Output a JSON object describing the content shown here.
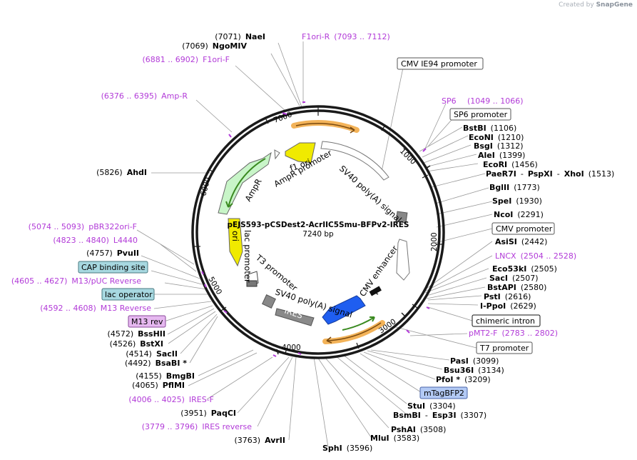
{
  "watermark": {
    "prefix": "Created by",
    "brand": "SnapGene"
  },
  "plasmid": {
    "name": "pEJS593-pCSDest2-AcrIIC5Smu-BFPv2-IRES",
    "length_label": "7240 bp"
  },
  "ticks": [
    "1000",
    "2000",
    "3000",
    "4000",
    "5000",
    "6000",
    "7000"
  ],
  "enzymes_right": [
    {
      "parts": [
        {
          "t": "BstBI",
          "k": "e"
        },
        {
          "t": "(1106)",
          "k": "p"
        }
      ]
    },
    {
      "parts": [
        {
          "t": "EcoNI",
          "k": "e"
        },
        {
          "t": "(1210)",
          "k": "p"
        }
      ]
    },
    {
      "parts": [
        {
          "t": "BsgI",
          "k": "e"
        },
        {
          "t": "(1312)",
          "k": "p"
        }
      ]
    },
    {
      "parts": [
        {
          "t": "AleI",
          "k": "e"
        },
        {
          "t": "(1399)",
          "k": "p"
        }
      ]
    },
    {
      "parts": [
        {
          "t": "EcoRI",
          "k": "e"
        },
        {
          "t": "(1456)",
          "k": "p"
        }
      ]
    },
    {
      "parts": [
        {
          "t": "PaeR7I",
          "k": "e"
        },
        {
          "t": "-",
          "k": "p"
        },
        {
          "t": "PspXI",
          "k": "e"
        },
        {
          "t": "-",
          "k": "p"
        },
        {
          "t": "XhoI",
          "k": "e"
        },
        {
          "t": "(1513)",
          "k": "p"
        }
      ]
    },
    {
      "parts": [
        {
          "t": "BglII",
          "k": "e"
        },
        {
          "t": "(1773)",
          "k": "p"
        }
      ]
    },
    {
      "parts": [
        {
          "t": "SpeI",
          "k": "e"
        },
        {
          "t": "(1930)",
          "k": "p"
        }
      ]
    },
    {
      "parts": [
        {
          "t": "NcoI",
          "k": "e"
        },
        {
          "t": "(2291)",
          "k": "p"
        }
      ]
    },
    {
      "parts": [
        {
          "t": "AsiSI",
          "k": "e"
        },
        {
          "t": "(2442)",
          "k": "p"
        }
      ]
    },
    {
      "parts": [
        {
          "t": "LNCX",
          "k": "m"
        },
        {
          "t": "(2504 .. 2528)",
          "k": "m"
        }
      ]
    },
    {
      "parts": [
        {
          "t": "Eco53kI",
          "k": "e"
        },
        {
          "t": "(2505)",
          "k": "p"
        }
      ]
    },
    {
      "parts": [
        {
          "t": "SacI",
          "k": "e"
        },
        {
          "t": "(2507)",
          "k": "p"
        }
      ]
    },
    {
      "parts": [
        {
          "t": "BstAPI",
          "k": "e"
        },
        {
          "t": "(2580)",
          "k": "p"
        }
      ]
    },
    {
      "parts": [
        {
          "t": "PstI",
          "k": "e"
        },
        {
          "t": "(2616)",
          "k": "p"
        }
      ]
    },
    {
      "parts": [
        {
          "t": "I-PpoI",
          "k": "e"
        },
        {
          "t": "(2629)",
          "k": "p"
        }
      ]
    },
    {
      "parts": [
        {
          "t": "pMT2-F",
          "k": "m"
        },
        {
          "t": "(2783 .. 2802)",
          "k": "m"
        }
      ]
    },
    {
      "parts": [
        {
          "t": "PasI",
          "k": "e"
        },
        {
          "t": "(3099)",
          "k": "p"
        }
      ]
    },
    {
      "parts": [
        {
          "t": "Bsu36I",
          "k": "e"
        },
        {
          "t": "(3134)",
          "k": "p"
        }
      ]
    },
    {
      "parts": [
        {
          "t": "PfoI *",
          "k": "e"
        },
        {
          "t": "(3209)",
          "k": "p"
        }
      ]
    },
    {
      "parts": [
        {
          "t": "StuI",
          "k": "e"
        },
        {
          "t": "(3304)",
          "k": "p"
        }
      ]
    },
    {
      "parts": [
        {
          "t": "BsmBI",
          "k": "e"
        },
        {
          "t": "-",
          "k": "p"
        },
        {
          "t": "Esp3I",
          "k": "e"
        },
        {
          "t": "(3307)",
          "k": "p"
        }
      ]
    },
    {
      "parts": [
        {
          "t": "PshAI",
          "k": "e"
        },
        {
          "t": "(3508)",
          "k": "p"
        }
      ]
    },
    {
      "parts": [
        {
          "t": "MluI",
          "k": "e"
        },
        {
          "t": "(3583)",
          "k": "p"
        }
      ]
    },
    {
      "parts": [
        {
          "t": "SphI",
          "k": "e"
        },
        {
          "t": "(3596)",
          "k": "p"
        }
      ]
    }
  ],
  "enzymes_left": [
    {
      "parts": [
        {
          "t": "(7071)",
          "k": "p"
        },
        {
          "t": "NaeI",
          "k": "e"
        }
      ]
    },
    {
      "parts": [
        {
          "t": "(7069)",
          "k": "p"
        },
        {
          "t": "NgoMIV",
          "k": "e"
        }
      ]
    },
    {
      "parts": [
        {
          "t": "F1ori-R",
          "k": "m"
        },
        {
          "t": "(7093 .. 7112)",
          "k": "m"
        }
      ]
    },
    {
      "parts": [
        {
          "t": "(6881 .. 6902)",
          "k": "m"
        },
        {
          "t": "F1ori-F",
          "k": "m"
        }
      ]
    },
    {
      "parts": [
        {
          "t": "(6376 .. 6395)",
          "k": "m"
        },
        {
          "t": "Amp-R",
          "k": "m"
        }
      ]
    },
    {
      "parts": [
        {
          "t": "(5826)",
          "k": "p"
        },
        {
          "t": "AhdI",
          "k": "e"
        }
      ]
    },
    {
      "parts": [
        {
          "t": "(5074 .. 5093)",
          "k": "m"
        },
        {
          "t": "pBR322ori-F",
          "k": "m"
        }
      ]
    },
    {
      "parts": [
        {
          "t": "(4823 .. 4840)",
          "k": "m"
        },
        {
          "t": "L4440",
          "k": "m"
        }
      ]
    },
    {
      "parts": [
        {
          "t": "(4757)",
          "k": "p"
        },
        {
          "t": "PvuII",
          "k": "e"
        }
      ]
    },
    {
      "parts": [
        {
          "t": "(4605 .. 4627)",
          "k": "m"
        },
        {
          "t": "M13/pUC Reverse",
          "k": "m"
        }
      ]
    },
    {
      "parts": [
        {
          "t": "(4592 .. 4608)",
          "k": "m"
        },
        {
          "t": "M13 Reverse",
          "k": "m"
        }
      ]
    },
    {
      "parts": [
        {
          "t": "(4572)",
          "k": "p"
        },
        {
          "t": "BssHII",
          "k": "e"
        }
      ]
    },
    {
      "parts": [
        {
          "t": "(4526)",
          "k": "p"
        },
        {
          "t": "BstXI",
          "k": "e"
        }
      ]
    },
    {
      "parts": [
        {
          "t": "(4514)",
          "k": "p"
        },
        {
          "t": "SacII",
          "k": "e"
        }
      ]
    },
    {
      "parts": [
        {
          "t": "(4492)",
          "k": "p"
        },
        {
          "t": "BsaBI *",
          "k": "e"
        }
      ]
    },
    {
      "parts": [
        {
          "t": "(4155)",
          "k": "p"
        },
        {
          "t": "BmgBI",
          "k": "e"
        }
      ]
    },
    {
      "parts": [
        {
          "t": "(4065)",
          "k": "p"
        },
        {
          "t": "PflMI",
          "k": "e"
        }
      ]
    },
    {
      "parts": [
        {
          "t": "(4006 .. 4025)",
          "k": "m"
        },
        {
          "t": "IRES-F",
          "k": "m"
        }
      ]
    },
    {
      "parts": [
        {
          "t": "(3951)",
          "k": "p"
        },
        {
          "t": "PaqCI",
          "k": "e"
        }
      ]
    },
    {
      "parts": [
        {
          "t": "(3779 .. 3796)",
          "k": "m"
        },
        {
          "t": "IRES reverse",
          "k": "m"
        }
      ]
    },
    {
      "parts": [
        {
          "t": "(3763)",
          "k": "p"
        },
        {
          "t": "AvrII",
          "k": "e"
        }
      ]
    }
  ],
  "boxed": {
    "cmv_ie94": "CMV IE94 promoter",
    "sp6_promoter": "SP6 promoter",
    "cmv_promoter": "CMV promoter",
    "chimeric_intron": "chimeric intron",
    "t7_promoter": "T7 promoter",
    "mtagbfp2": "mTagBFP2",
    "cap_site": "CAP binding site",
    "lac_operator": "lac operator",
    "m13_rev": "M13 rev"
  },
  "sp6_primer": {
    "name": "SP6",
    "range": "(1049 .. 1066)"
  },
  "features": {
    "f1_ori": "f1 ori",
    "ampr_promoter": "AmpR promoter",
    "ampr": "AmpR",
    "ori": "ori",
    "lac_promoter": "lac promoter",
    "t3_promoter": "T3 promoter",
    "sv40_polya_top": "SV40 poly(A) signal",
    "sv40_polya_bottom": "SV40 poly(A) signal",
    "cmv_enhancer": "CMV enhancer",
    "ires": "IRES"
  },
  "colors": {
    "backbone": "#1a1a1a",
    "primer": "#b23bd8",
    "f1_ori": "#f0ea00",
    "ampr": "#c8f5c8",
    "cmv_enhancer": "#1f5ef0",
    "feature_outline": "#777777",
    "ires": "#8a8a8a",
    "orange": "#f0a030",
    "green_arrow": "#3a8a20",
    "cap_fill": "#a7d8e0",
    "lac_fill": "#a7d8e0",
    "m13_fill": "#e6b8f0",
    "mtag_fill": "#b3caf5"
  }
}
